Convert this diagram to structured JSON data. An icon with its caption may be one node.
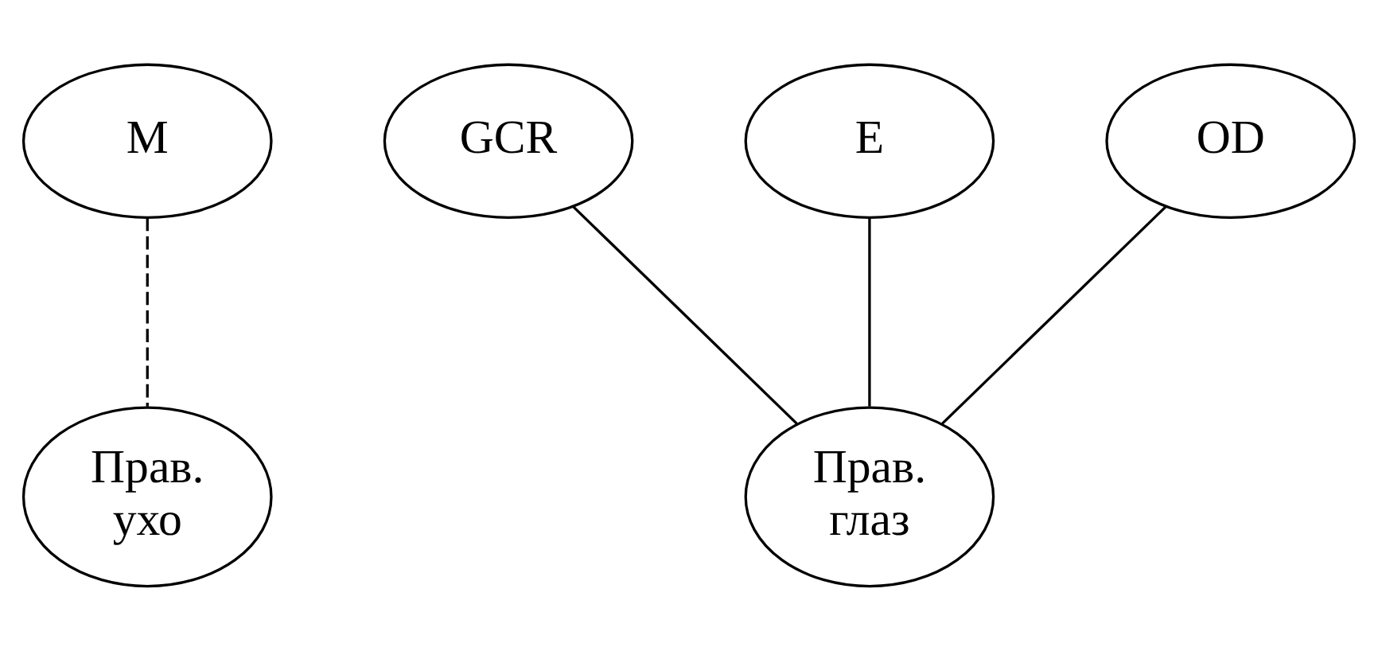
{
  "diagram": {
    "nodes": [
      {
        "text": [
          "M"
        ]
      },
      {
        "text": [
          "GCR"
        ]
      },
      {
        "text": [
          "E"
        ]
      },
      {
        "text": [
          "OD"
        ]
      },
      {
        "text": [
          "Прав. ухо"
        ]
      },
      {
        "text": [
          "Прав. глаз"
        ]
      }
    ],
    "edges": [
      {
        "from": 0,
        "to": 4,
        "arrow": "none",
        "style": "dashed"
      },
      {
        "from": 1,
        "to": 5,
        "arrow": "none"
      },
      {
        "from": 2,
        "to": 5,
        "arrow": "none"
      },
      {
        "from": 3,
        "to": 5,
        "arrow": "none"
      }
    ]
  }
}
